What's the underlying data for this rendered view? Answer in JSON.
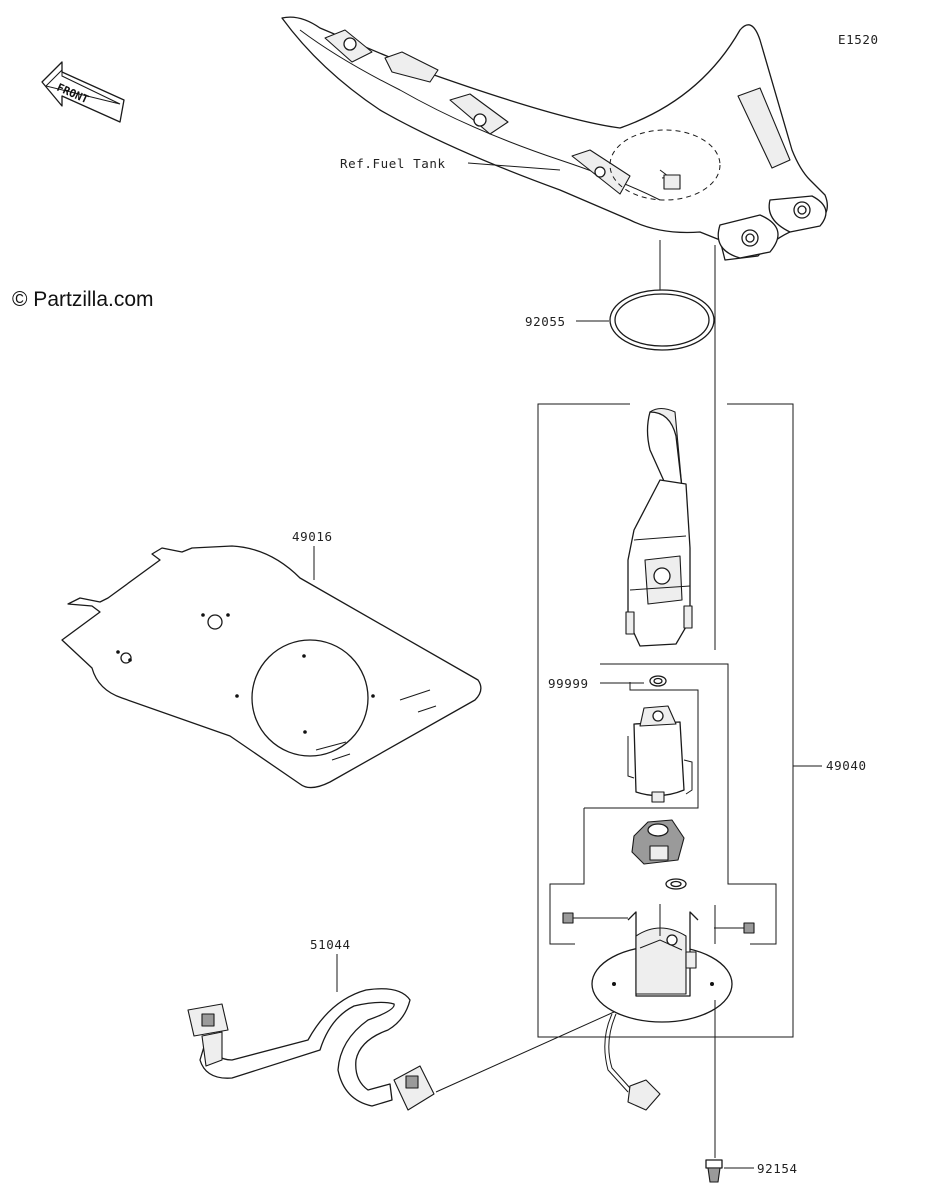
{
  "diagram_code": "E1520",
  "watermark": "© Partzilla.com",
  "front_arrow_label": "FRONT",
  "callouts": {
    "fuel_tank_ref": "Ref.Fuel Tank",
    "o_ring": "92055",
    "sheet": "49016",
    "fuel_pump_assy": "49040",
    "pump_part": "99999",
    "harness": "51044",
    "bolt": "92154"
  }
}
